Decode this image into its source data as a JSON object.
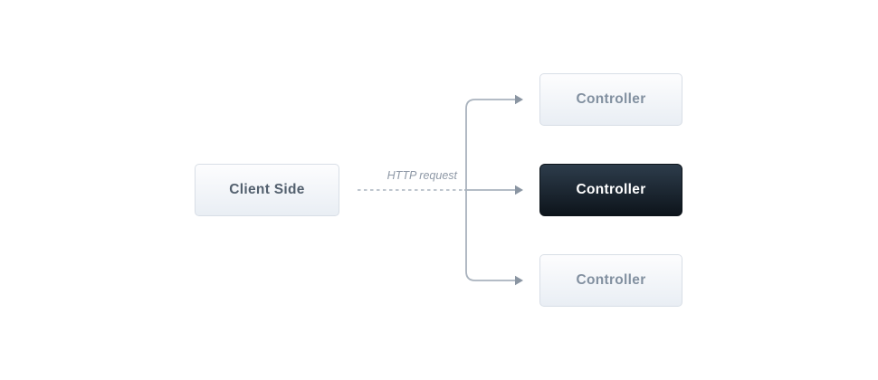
{
  "diagram": {
    "client": {
      "label": "Client Side"
    },
    "edge": {
      "label": "HTTP request",
      "style": "dashed"
    },
    "controllers": [
      {
        "label": "Controller",
        "variant": "light"
      },
      {
        "label": "Controller",
        "variant": "dark-highlighted"
      },
      {
        "label": "Controller",
        "variant": "light"
      }
    ],
    "colors": {
      "canvas_bg": "#ffffff",
      "node_light_bg_top": "#fdfdfe",
      "node_light_bg_bottom": "#e9eef4",
      "node_light_border": "#d8dee6",
      "node_light_text": "#8290a0",
      "client_text": "#53606e",
      "node_dark_bg_top": "#2d3c4b",
      "node_dark_bg_bottom": "#0d141b",
      "node_dark_text": "#ffffff",
      "line": "#aab3be",
      "arrowhead": "#8a95a2",
      "edge_label_text": "#8e98a6"
    }
  }
}
